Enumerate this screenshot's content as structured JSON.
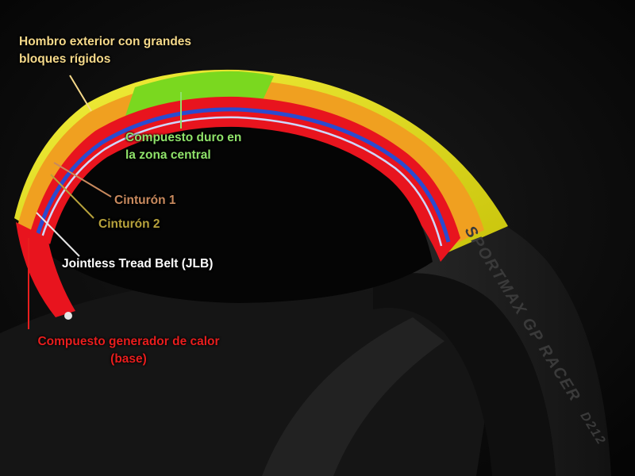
{
  "labels": {
    "shoulder": {
      "line1": "Hombro exterior con grandes",
      "line2": "bloques rígidos",
      "color": "#f5d98a"
    },
    "center": {
      "line1": "Compuesto duro en",
      "line2": "la zona central",
      "color": "#8fe36a"
    },
    "belt1": {
      "text": "Cinturón 1",
      "color": "#c98a5e"
    },
    "belt2": {
      "text": "Cinturón 2",
      "color": "#b7a23c"
    },
    "jlb": {
      "text": "Jointless Tread Belt (JLB)",
      "color": "#ffffff"
    },
    "base": {
      "line1": "Compuesto generador de calor",
      "line2": "(base)",
      "color": "#e81e1e"
    }
  },
  "sidewall": {
    "brand": "SPORTMAX GP RACER",
    "model": "D212"
  },
  "colors": {
    "yellow": "#e4e019",
    "green": "#7ad81f",
    "orange": "#f0a020",
    "red": "#e8141e",
    "blue": "#2a4bd0",
    "rubber": "#1a1a1a"
  }
}
